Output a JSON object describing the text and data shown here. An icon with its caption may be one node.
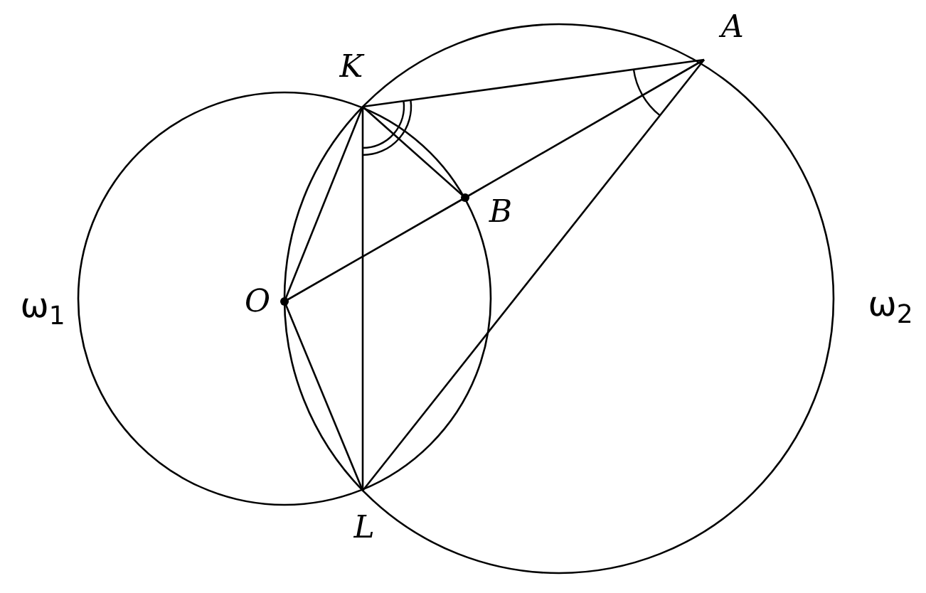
{
  "diagram": {
    "nodes": [
      {
        "text": [
          "K"
        ]
      },
      {
        "text": [
          "A"
        ]
      },
      {
        "text": [
          "B"
        ]
      },
      {
        "text": [
          "O"
        ]
      },
      {
        "text": [
          "L"
        ]
      }
    ],
    "edges": [
      {
        "from": 0,
        "to": 1,
        "arrow": "none"
      },
      {
        "from": 0,
        "to": 2,
        "arrow": "none"
      },
      {
        "from": 0,
        "to": 4,
        "arrow": "none"
      },
      {
        "from": 0,
        "to": 3,
        "arrow": "none"
      },
      {
        "from": 3,
        "to": 2,
        "arrow": "none"
      },
      {
        "from": 2,
        "to": 1,
        "arrow": "none"
      },
      {
        "from": 3,
        "to": 4,
        "arrow": "none"
      },
      {
        "from": 4,
        "to": 1,
        "arrow": "none"
      }
    ],
    "labels": [
      "ω$_{1}$",
      "ω$_{2}$"
    ]
  }
}
